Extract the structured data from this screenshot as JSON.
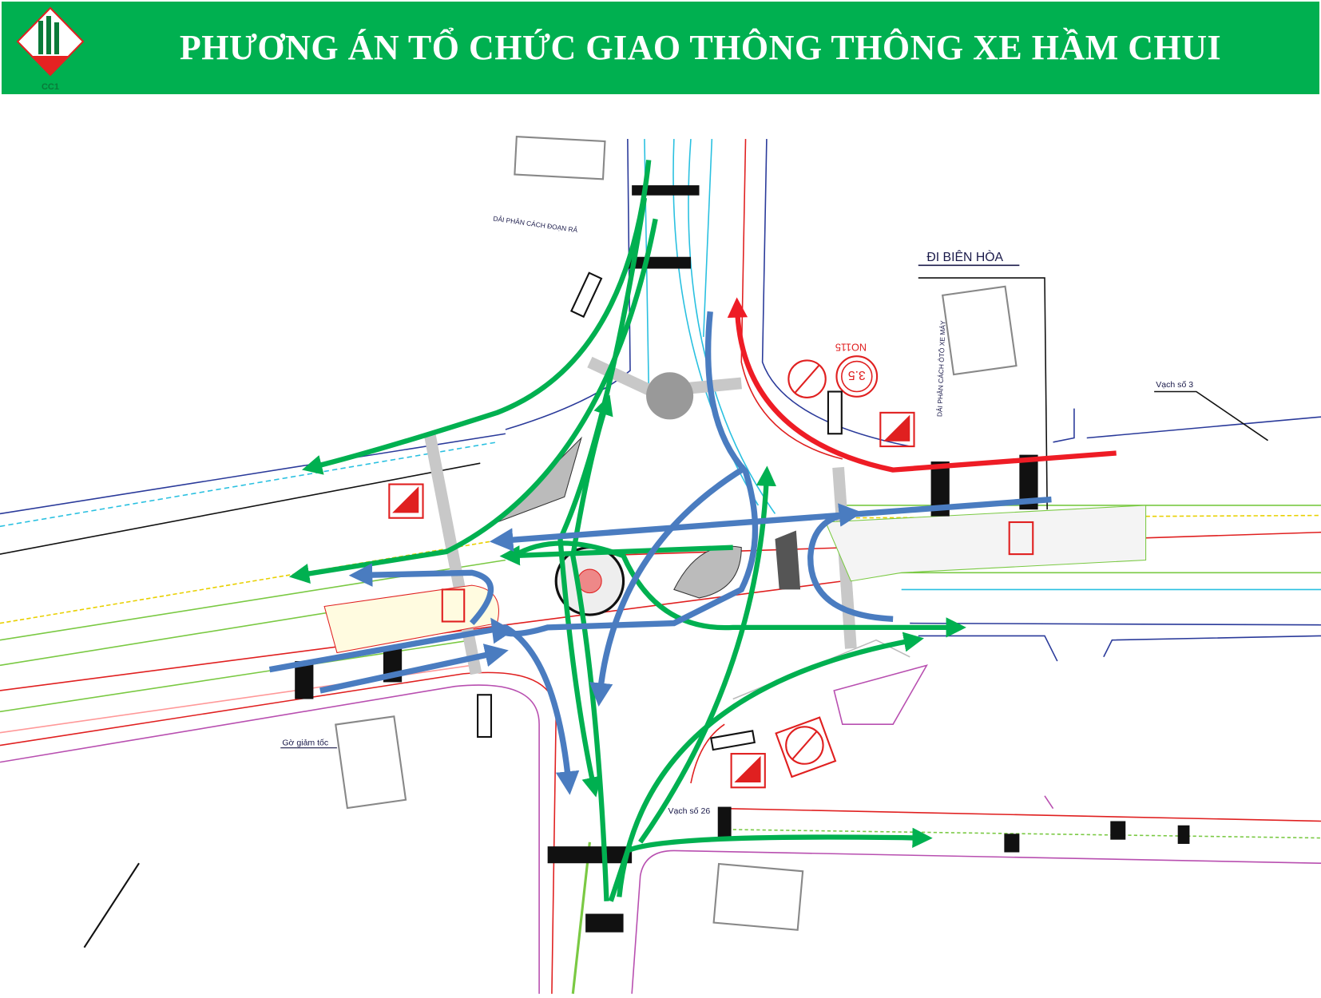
{
  "header": {
    "title": "PHƯƠNG ÁN  TỔ CHỨC GIAO THÔNG THÔNG XE HẦM CHUI",
    "logo_text": "CC1",
    "background_color": "#00b050"
  },
  "diagram": {
    "labels": {
      "direction_bien_hoa": "ĐI BIÊN HÒA",
      "marking_3": "Vạch số 3",
      "marking_26": "Vạch số 26",
      "speed_bump": "Gờ giảm tốc",
      "median_note": "DẢI PHÂN CÁCH ĐOẠN RẢ",
      "median_note_2": "DẢI PHÂN CÁCH ÔTÔ XE MÁY",
      "height_limit_sign": "3.5",
      "sign_code": "NO115"
    },
    "colors": {
      "green_flow": "#00b050",
      "blue_flow": "#4a7cc0",
      "red_flow": "#ee1c25"
    }
  }
}
